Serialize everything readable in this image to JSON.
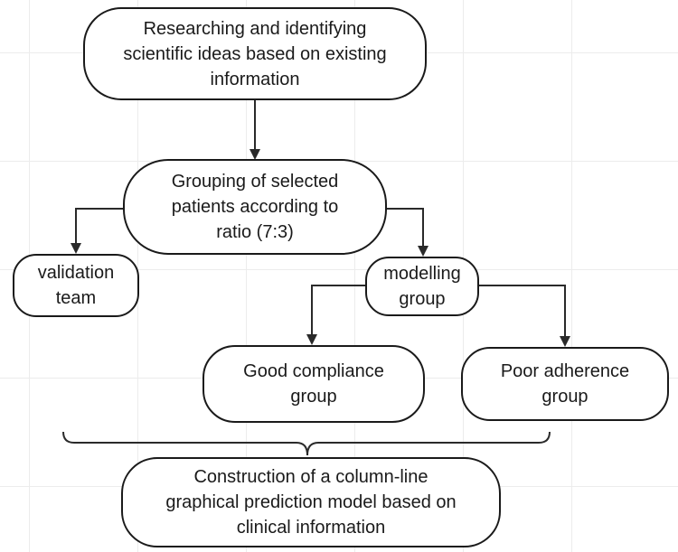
{
  "diagram": {
    "nodes": {
      "research": "Researching and identifying\nscientific ideas based on existing\ninformation",
      "grouping": "Grouping of selected\npatients according to\nratio (7:3)",
      "validation": "validation\nteam",
      "modelling": "modelling\ngroup",
      "good_compliance": "Good compliance\ngroup",
      "poor_adherence": "Poor adherence\ngroup",
      "construction": "Construction of a column-line\ngraphical prediction model based on\nclinical information"
    },
    "edges": [
      {
        "from": "research",
        "to": "grouping"
      },
      {
        "from": "grouping",
        "to": "validation"
      },
      {
        "from": "grouping",
        "to": "modelling"
      },
      {
        "from": "modelling",
        "to": "good_compliance"
      },
      {
        "from": "modelling",
        "to": "poor_adherence"
      },
      {
        "from": "good_compliance",
        "to": "construction",
        "via": "brace"
      },
      {
        "from": "poor_adherence",
        "to": "construction",
        "via": "brace"
      }
    ]
  }
}
